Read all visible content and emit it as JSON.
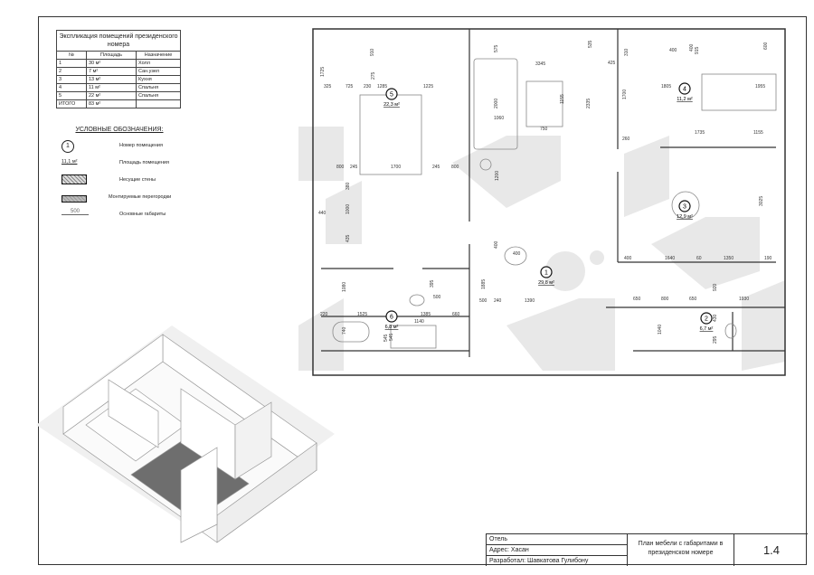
{
  "explication": {
    "title": "Экспликация помещений президенского номера",
    "headers": [
      "№",
      "Площадь",
      "Назначение"
    ],
    "rows": [
      [
        "1",
        "30 м²",
        "Холл"
      ],
      [
        "2",
        "7 м²",
        "Сан.узел"
      ],
      [
        "3",
        "13 м²",
        "Кухня"
      ],
      [
        "4",
        "11 м²",
        "Спальня"
      ],
      [
        "5",
        "22 м²",
        "Спальня"
      ]
    ],
    "total_label": "ИТОГО",
    "total_value": "83 м²"
  },
  "legend": {
    "title": "УСЛОВНЫЕ ОБОЗНАЧЕНИЯ:",
    "room_number_symbol": "1",
    "room_number": "Номер помещения",
    "area_symbol": "11,1 м²",
    "area": "Площадь помещения",
    "bearing_walls": "Несущие стены",
    "partitions": "Монтируемые перегородки",
    "dim_symbol": "500",
    "dimensions": "Основные габариты"
  },
  "rooms": [
    {
      "num": "1",
      "area": "29,8 м²"
    },
    {
      "num": "2",
      "area": "6,7 м²"
    },
    {
      "num": "3",
      "area": "12,9 м²"
    },
    {
      "num": "4",
      "area": "11,2 м²"
    },
    {
      "num": "5",
      "area": "22,3 м²"
    },
    {
      "num": "6",
      "area": "6,8 м²"
    }
  ],
  "dims": [
    "910",
    "275",
    "1285",
    "1225",
    "325",
    "725",
    "230",
    "1725",
    "800",
    "245",
    "1700",
    "245",
    "800",
    "3345",
    "575",
    "2000",
    "1060",
    "750",
    "1155",
    "1200",
    "535",
    "425",
    "2335",
    "310",
    "1700",
    "1805",
    "1955",
    "400",
    "400",
    "915",
    "600",
    "1735",
    "1155",
    "260",
    "440",
    "1000",
    "435",
    "380",
    "1080",
    "1525",
    "220",
    "1385",
    "1140",
    "740",
    "545",
    "395",
    "500",
    "660",
    "1885",
    "500",
    "240",
    "1390",
    "400",
    "400",
    "400",
    "1640",
    "60",
    "1350",
    "190",
    "3025",
    "650",
    "800",
    "650",
    "1930",
    "920",
    "1040",
    "430",
    "295",
    "545"
  ],
  "title_block": {
    "object": "Отель",
    "address": "Адрес: Хасан",
    "author": "Разработал: Шавкатова Гулибону",
    "sheet_title": "План мебели с габаритами в президенском номере",
    "sheet_number": "1.4"
  },
  "colors": {
    "line": "#222222",
    "shadow": "#e6e6e6",
    "floor": "#6e6e6e"
  }
}
